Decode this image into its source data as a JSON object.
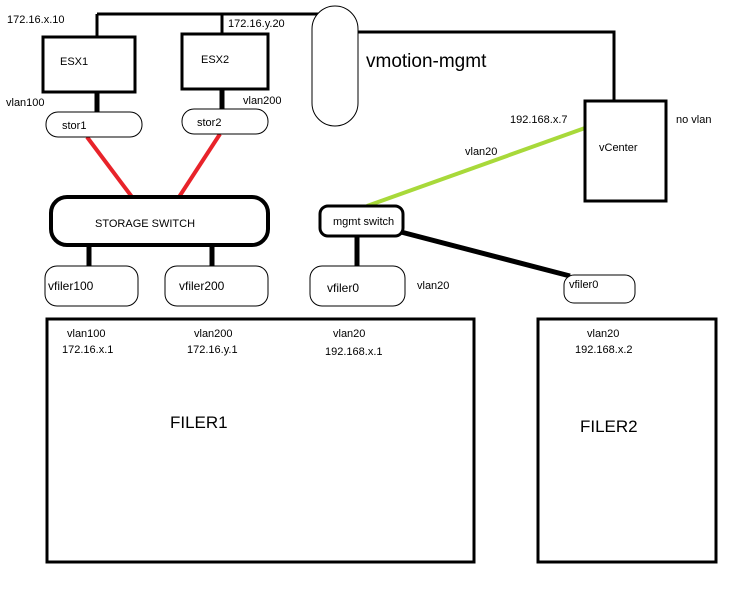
{
  "vmotion": {
    "ip_esx1": "172.16.x.10",
    "ip_esx2": "172.16.y.20",
    "label": "vmotion-mgmt"
  },
  "hosts": {
    "esx1": "ESX1",
    "esx2": "ESX2"
  },
  "vlans": {
    "esx1_vlan": "vlan100",
    "esx2_vlan": "vlan200",
    "mgmt_link_vlan": "vlan20",
    "vfiler0_vlan": "vlan20"
  },
  "stor_ports": {
    "stor1": "stor1",
    "stor2": "stor2"
  },
  "vcenter": {
    "name": "vCenter",
    "ip": "192.168.x.7",
    "note": "no vlan"
  },
  "switches": {
    "storage": "STORAGE SWITCH",
    "mgmt": "mgmt switch"
  },
  "vfilers": {
    "vfiler100": "vfiler100",
    "vfiler200": "vfiler200",
    "vfiler0_f1": "vfiler0",
    "vfiler0_f2": "vfiler0"
  },
  "filer1": {
    "name": "FILER1",
    "ifaces": [
      {
        "vlan": "vlan100",
        "ip": "172.16.x.1"
      },
      {
        "vlan": "vlan200",
        "ip": "172.16.y.1"
      },
      {
        "vlan": "vlan20",
        "ip": "192.168.x.1"
      }
    ]
  },
  "filer2": {
    "name": "FILER2",
    "ifaces": [
      {
        "vlan": "vlan20",
        "ip": "192.168.x.2"
      }
    ]
  },
  "colors": {
    "storage_link": "#e8232a",
    "mgmt_link": "#a8d93a",
    "line": "#000000"
  }
}
